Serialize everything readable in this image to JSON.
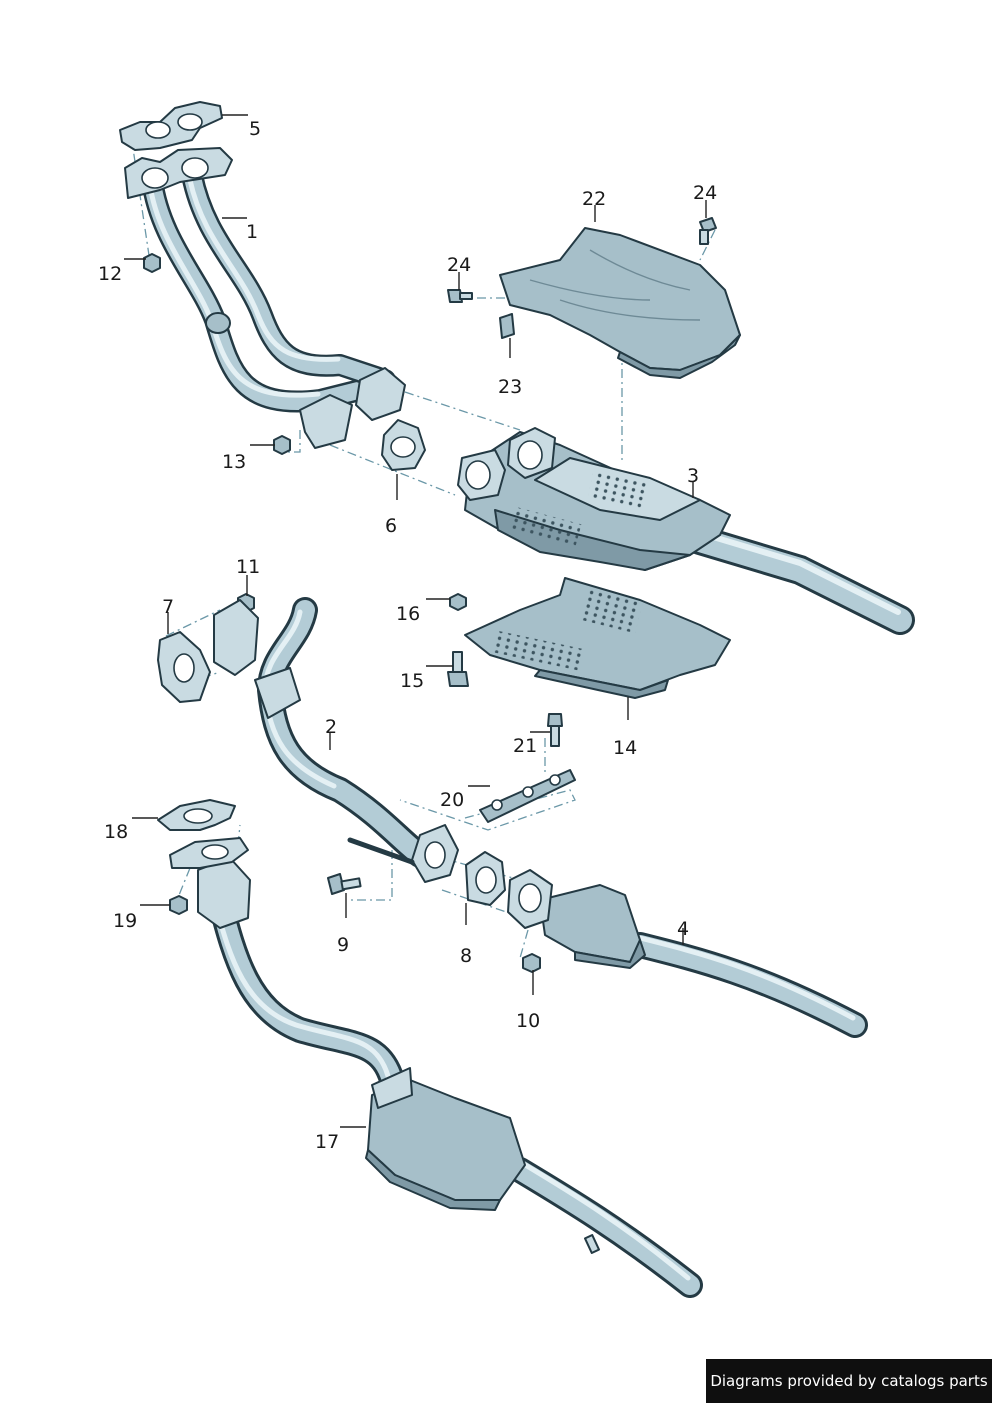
{
  "diagram": {
    "part_numbers": [
      "1",
      "2",
      "3",
      "4",
      "5",
      "6",
      "7",
      "8",
      "9",
      "10",
      "11",
      "12",
      "13",
      "14",
      "15",
      "16",
      "17",
      "18",
      "19",
      "20",
      "21",
      "22",
      "23",
      "24",
      "24"
    ],
    "credit": "Diagrams provided by catalogs parts"
  }
}
